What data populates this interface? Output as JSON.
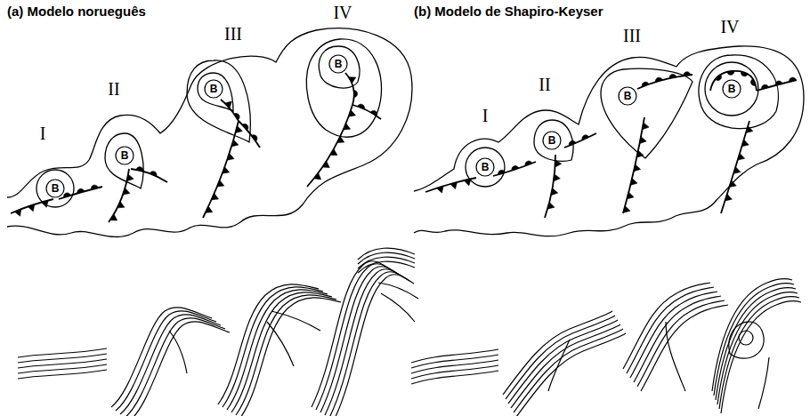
{
  "diagram": {
    "labels": [
      "(a) Modelo norueguês",
      "I",
      "II",
      "III",
      "IV",
      "B",
      "B",
      "B",
      "B",
      "(b) Modelo de Shapiro-Keyser",
      "I",
      "II",
      "III",
      "IV",
      "B",
      "B",
      "B",
      "B"
    ]
  }
}
